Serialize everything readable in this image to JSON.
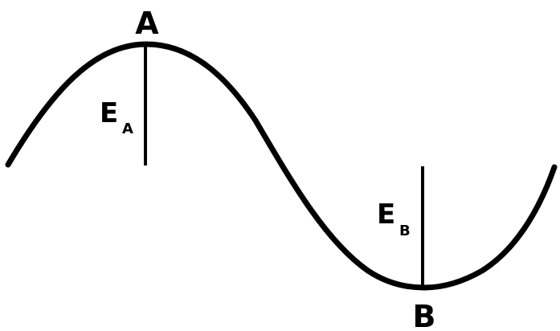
{
  "diagram": {
    "point_a": {
      "label": "A"
    },
    "point_b": {
      "label": "B"
    },
    "energy_a": {
      "symbol": "E",
      "subscript": "A"
    },
    "energy_b": {
      "symbol": "E",
      "subscript": "B"
    }
  },
  "colors": {
    "stroke": "#000000",
    "text": "#000000",
    "background": "#ffffff"
  }
}
